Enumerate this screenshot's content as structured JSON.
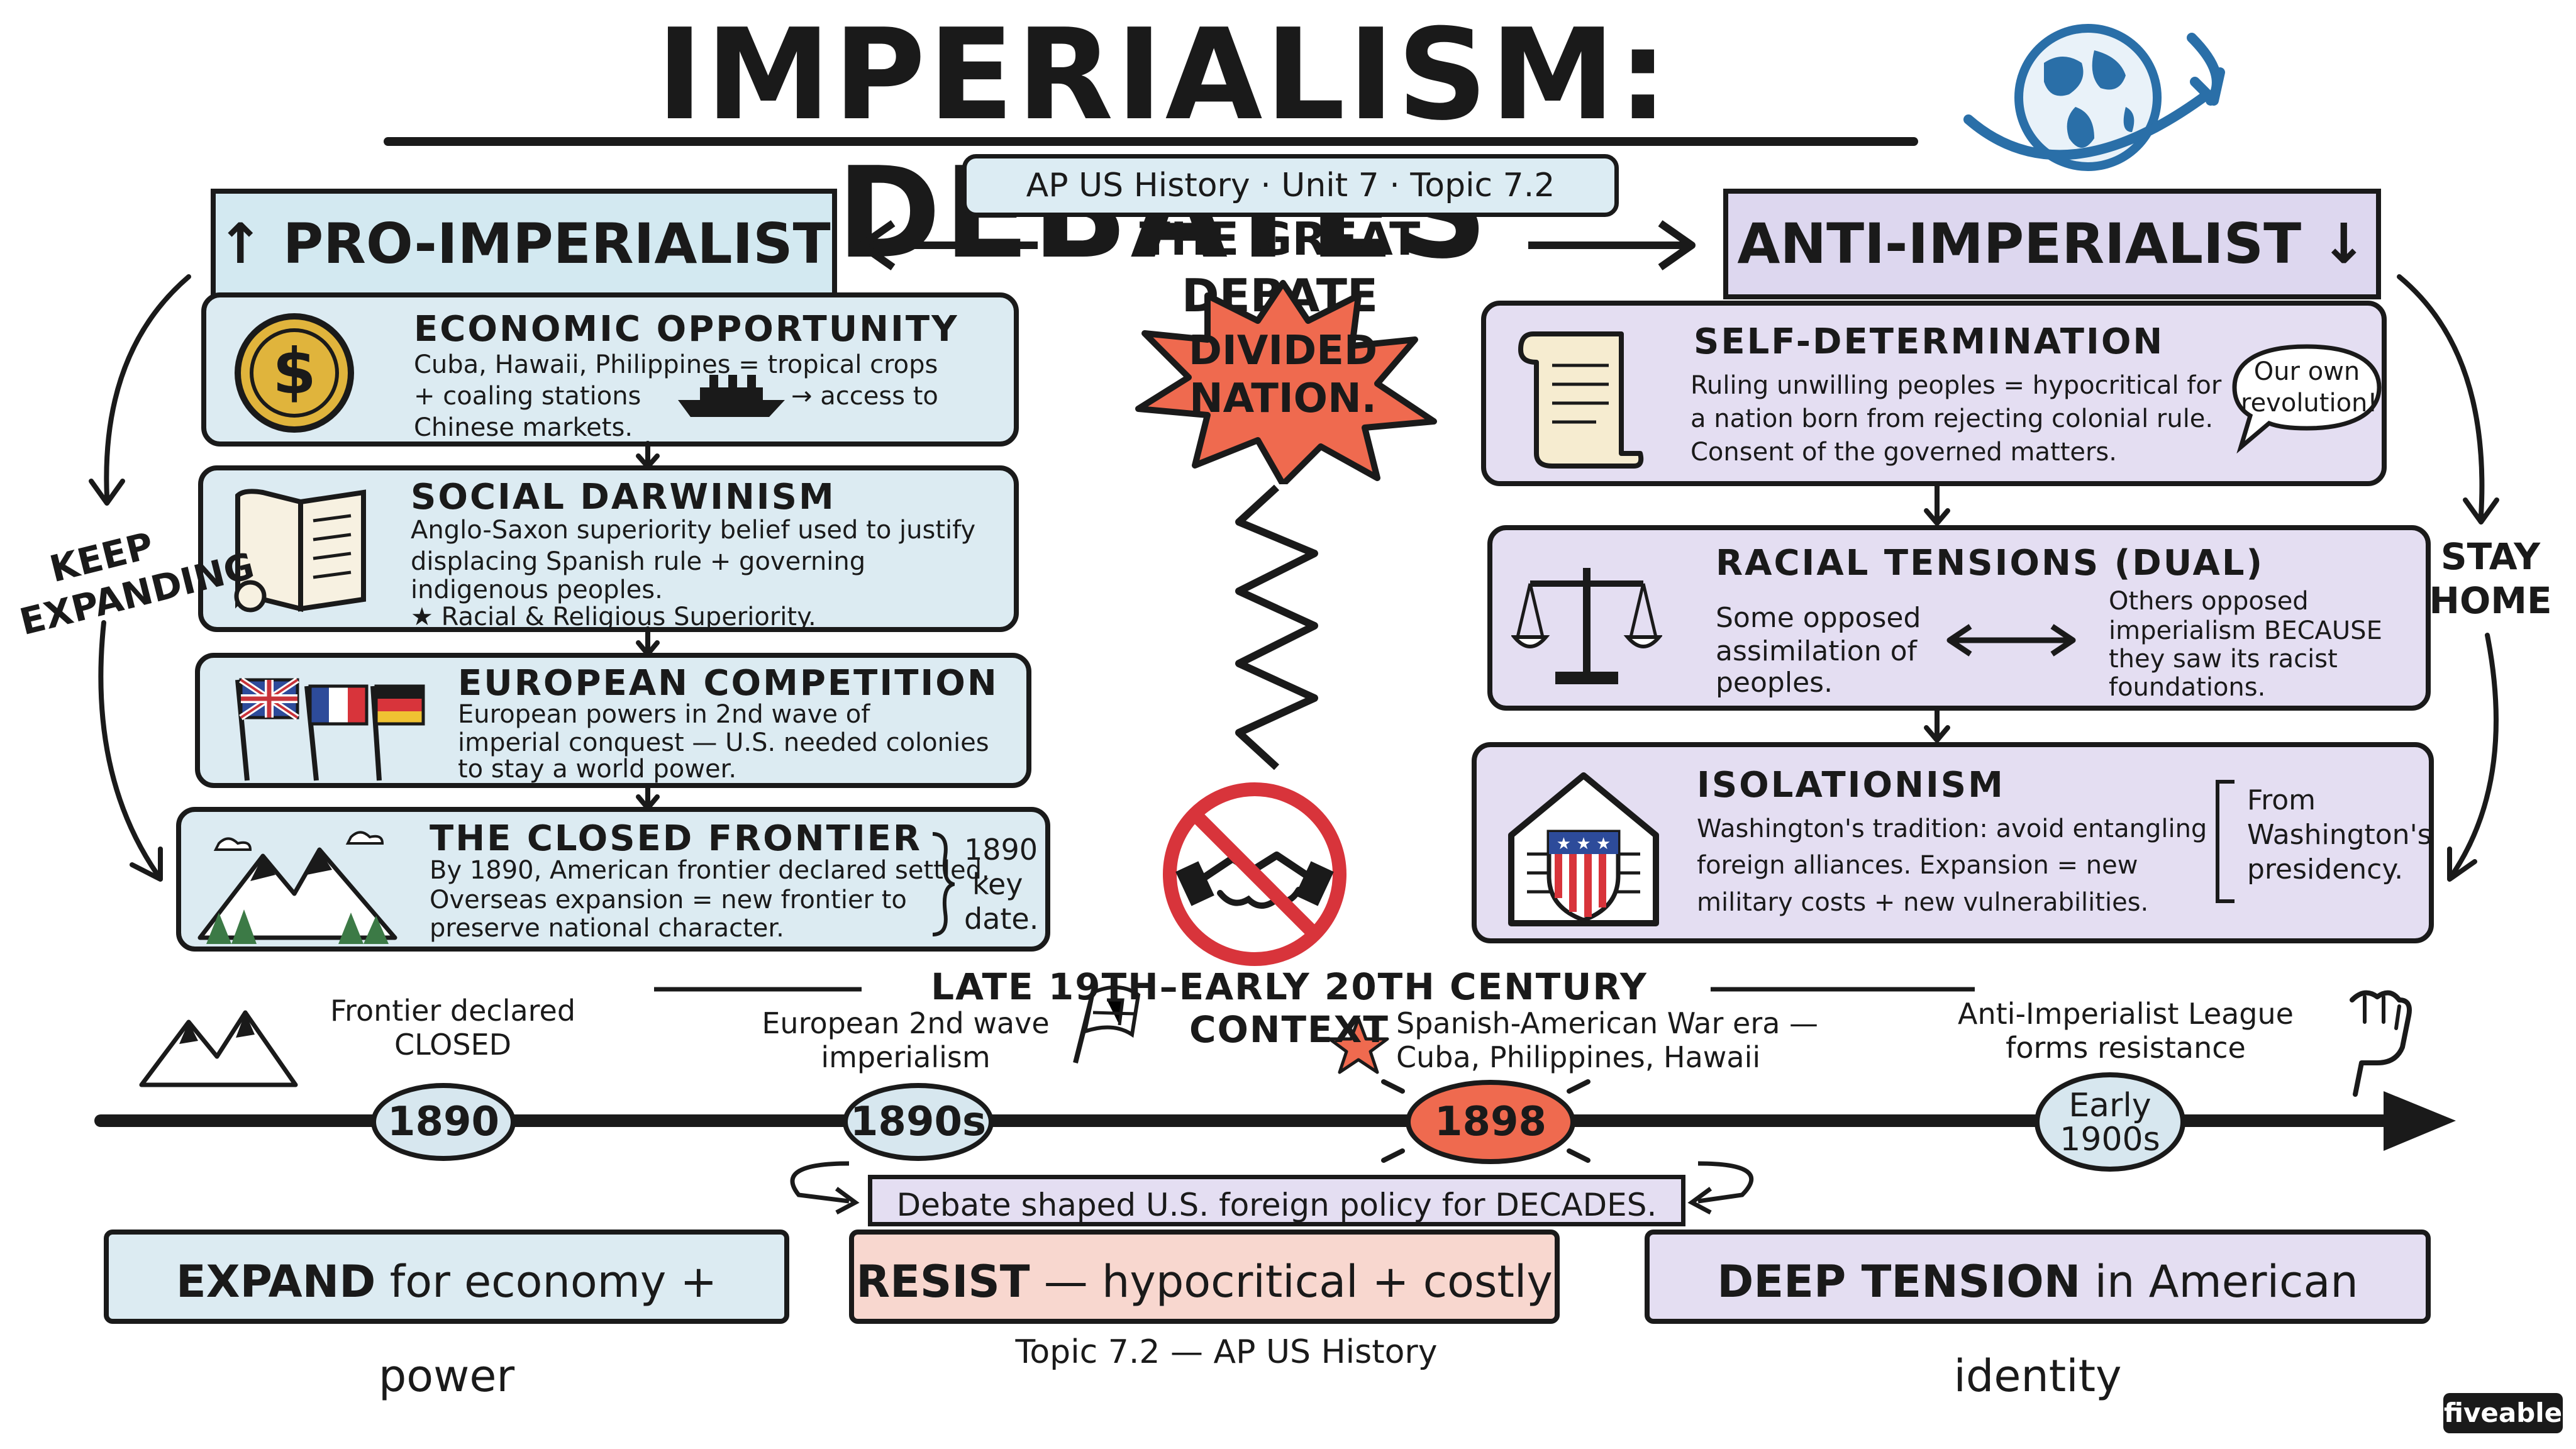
{
  "header": {
    "title": "IMPERIALISM: DEBATES",
    "subtitle": "AP US History · Unit 7 · Topic 7.2",
    "pro_label": "PRO-IMPERIALIST",
    "anti_label": "ANTI-IMPERIALIST",
    "center_label": "THE GREAT DEBATE",
    "pro_arrow": "↑",
    "anti_arrow": "↓"
  },
  "center": {
    "badge": "DIVIDED NATION."
  },
  "side_labels": {
    "left": "KEEP EXPANDING",
    "right_line1": "STAY",
    "right_line2": "HOME"
  },
  "pro": {
    "cards": [
      {
        "title": "ECONOMIC OPPORTUNITY",
        "line1": "Cuba, Hawaii, Philippines = tropical crops",
        "line2": "+ coaling stations",
        "line2b": "→ access to",
        "line3": "Chinese markets."
      },
      {
        "title": "SOCIAL DARWINISM",
        "line1": "Anglo-Saxon superiority belief used to justify",
        "line2": "displacing Spanish rule + governing",
        "line3": "indigenous peoples.",
        "line4": "★  Racial & Religious Superiority."
      },
      {
        "title": "EUROPEAN COMPETITION",
        "line1": "European powers in 2nd wave of",
        "line2": "imperial conquest — U.S. needed colonies",
        "line3": "to stay a world power."
      },
      {
        "title": "THE CLOSED FRONTIER",
        "line1": "By 1890, American frontier declared settled.",
        "line2": "Overseas expansion = new frontier to",
        "line3": "preserve national character.",
        "note1": "1890",
        "note2": "key",
        "note3": "date."
      }
    ]
  },
  "anti": {
    "cards": [
      {
        "title": "SELF-DETERMINATION",
        "line1": "Ruling unwilling peoples = hypocritical for",
        "line2": "a nation born from rejecting colonial rule.",
        "line3": "Consent of the governed matters.",
        "bubble1": "Our own",
        "bubble2": "revolution!"
      },
      {
        "title": "RACIAL TENSIONS (DUAL)",
        "left1": "Some opposed",
        "left2": "assimilation of",
        "left3": "peoples.",
        "right1": "Others opposed",
        "right2": "imperialism BECAUSE",
        "right3": "they saw its racist",
        "right4": "foundations."
      },
      {
        "title": "ISOLATIONISM",
        "line1": "Washington's tradition: avoid entangling",
        "line2": "foreign alliances. Expansion = new",
        "line3": "military costs + new vulnerabilities.",
        "note1": "From",
        "note2": "Washington's",
        "note3": "presidency."
      }
    ]
  },
  "timeline": {
    "heading": "LATE 19TH–EARLY 20TH CENTURY CONTEXT",
    "events": [
      {
        "date": "1890",
        "label1": "Frontier declared",
        "label2": "CLOSED"
      },
      {
        "date": "1890s",
        "label1": "European 2nd wave",
        "label2": "imperialism"
      },
      {
        "date": "1898",
        "label1": "Spanish-American War era —",
        "label2": "Cuba, Philippines, Hawaii"
      },
      {
        "date1": "Early",
        "date2": "1900s",
        "label1": "Anti-Imperialist League",
        "label2": "forms resistance"
      }
    ],
    "banner": "Debate shaped U.S. foreign policy for DECADES."
  },
  "summary": {
    "expand_bold": "EXPAND",
    "expand_rest": " for economy + power",
    "resist_bold": "RESIST",
    "resist_rest": " — hypocritical + costly",
    "tension_bold": "DEEP TENSION",
    "tension_rest": " in American identity",
    "footer": "Topic 7.2 — AP US History"
  },
  "brand": "fiveable",
  "colors": {
    "pro": "#dcebf2",
    "anti": "#e4def2",
    "resist": "#f8d7cf",
    "accent_red": "#e8533a",
    "globe_blue": "#2a6fa8"
  }
}
